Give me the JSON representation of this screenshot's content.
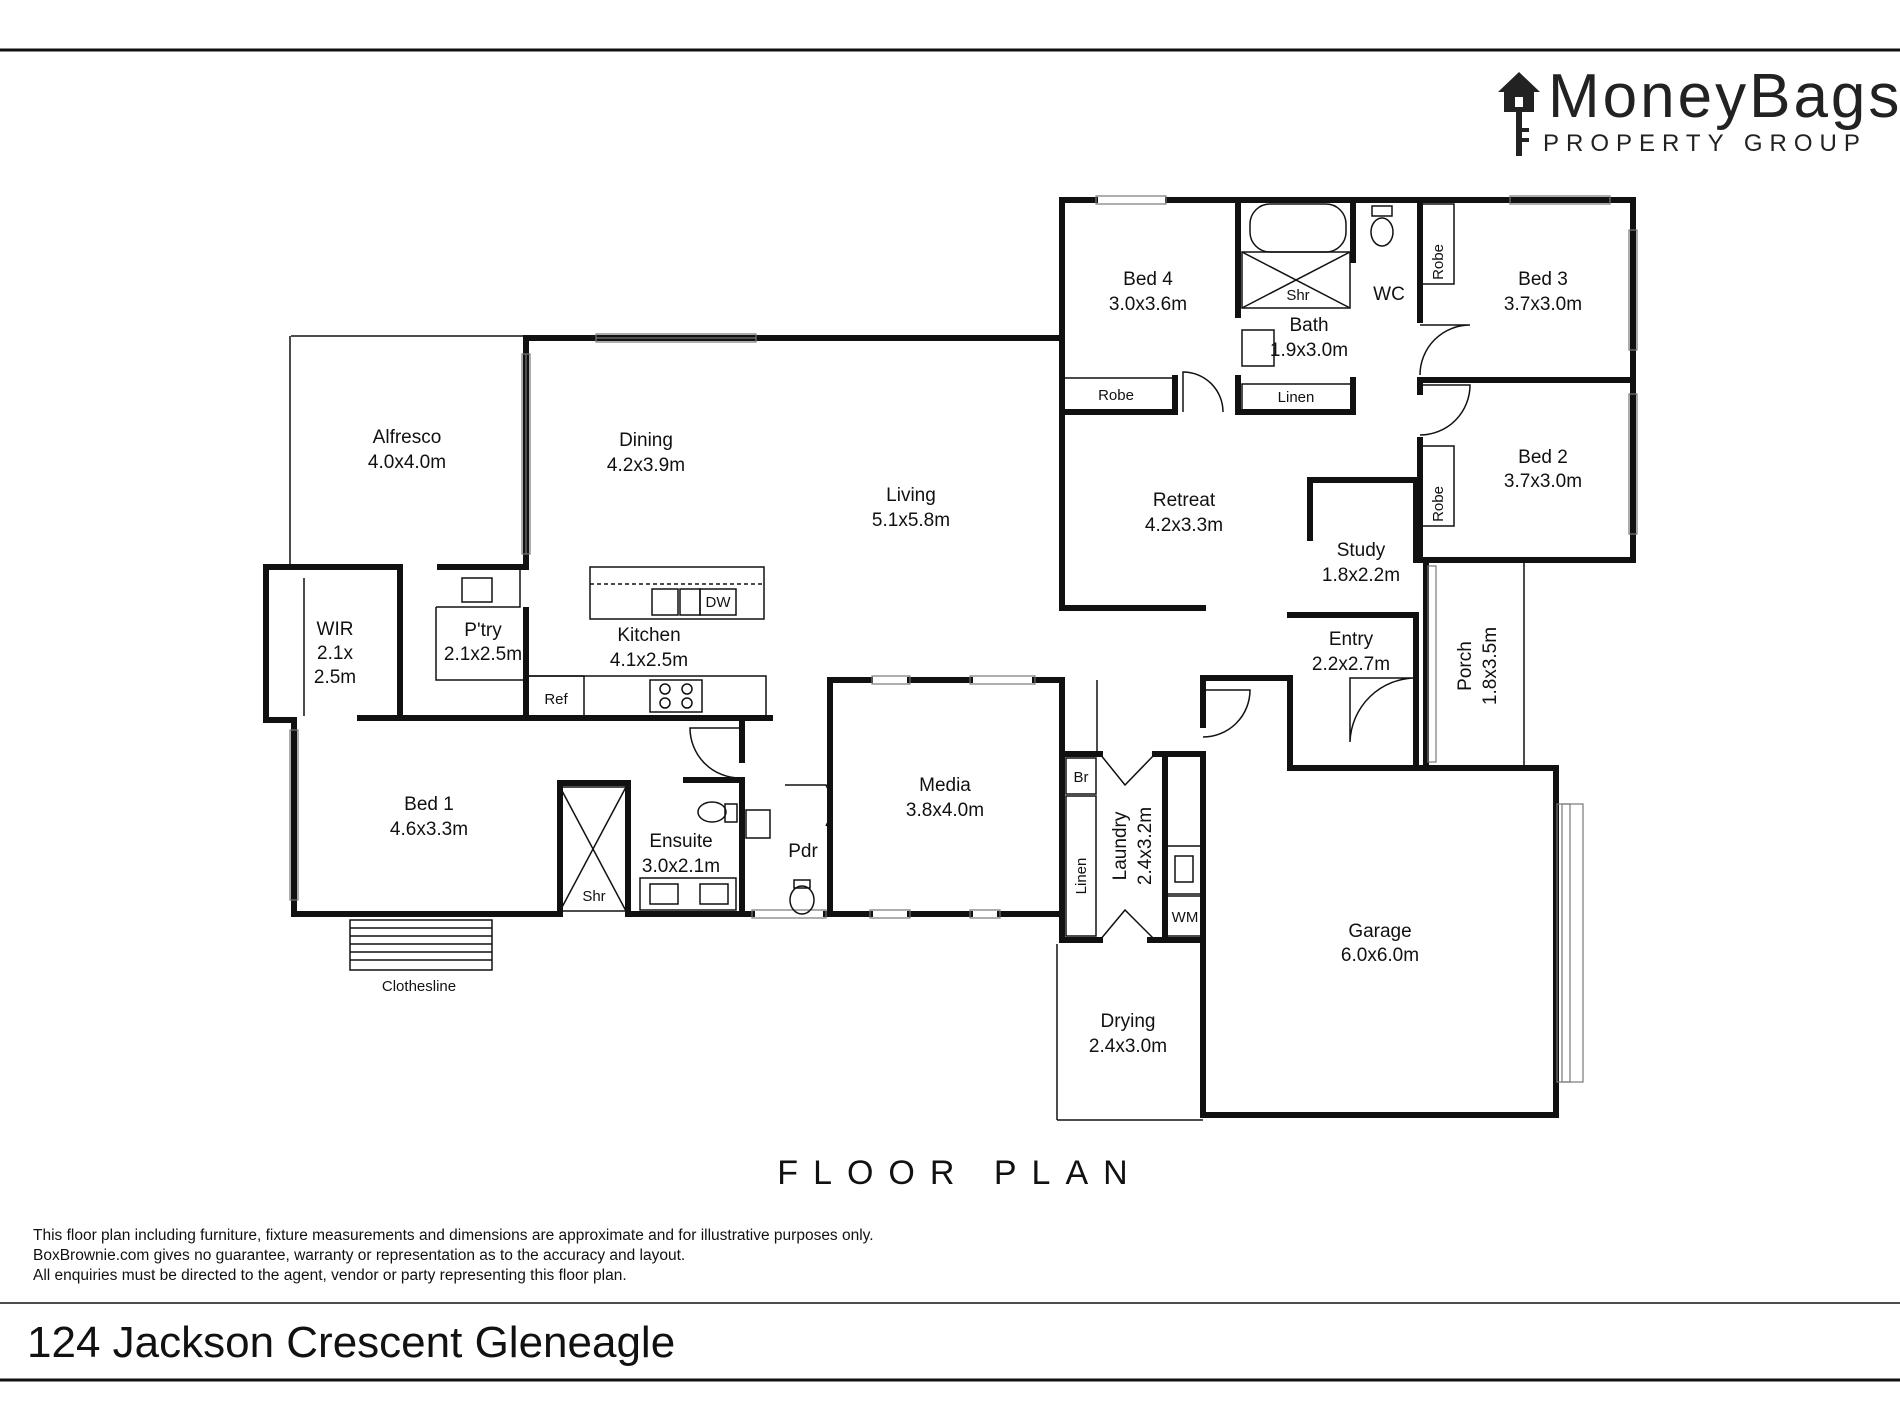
{
  "brand": {
    "name": "MoneyBags",
    "tagline": "PROPERTY GROUP",
    "icon": "house-key-icon"
  },
  "plan_title": "FLOOR PLAN",
  "address": "124 Jackson Crescent Gleneagle",
  "disclaimer": [
    "This floor plan including furniture, fixture measurements and dimensions are approximate and for illustrative purposes only.",
    "BoxBrownie.com gives no guarantee, warranty or representation as to the accuracy and layout.",
    "All enquiries must be directed to the agent, vendor or party representing this floor plan."
  ],
  "rooms": {
    "alfresco": {
      "name": "Alfresco",
      "size": "4.0x4.0m"
    },
    "dining": {
      "name": "Dining",
      "size": "4.2x3.9m"
    },
    "living": {
      "name": "Living",
      "size": "5.1x5.8m"
    },
    "wir": {
      "l1": "WIR",
      "l2": "2.1x",
      "l3": "2.5m"
    },
    "pantry": {
      "name": "P'try",
      "size": "2.1x2.5m"
    },
    "kitchen": {
      "name": "Kitchen",
      "size": "4.1x2.5m"
    },
    "bed1": {
      "name": "Bed 1",
      "size": "4.6x3.3m"
    },
    "ensuite": {
      "name": "Ensuite",
      "size": "3.0x2.1m"
    },
    "pdr": {
      "name": "Pdr"
    },
    "media": {
      "name": "Media",
      "size": "3.8x4.0m"
    },
    "bed4": {
      "name": "Bed 4",
      "size": "3.0x3.6m"
    },
    "bath": {
      "name": "Bath",
      "size": "1.9x3.0m"
    },
    "wc": {
      "name": "WC"
    },
    "bed3": {
      "name": "Bed 3",
      "size": "3.7x3.0m"
    },
    "bed2": {
      "name": "Bed 2",
      "size": "3.7x3.0m"
    },
    "retreat": {
      "name": "Retreat",
      "size": "4.2x3.3m"
    },
    "study": {
      "name": "Study",
      "size": "1.8x2.2m"
    },
    "entry": {
      "name": "Entry",
      "size": "2.2x2.7m"
    },
    "porch": {
      "name": "Porch",
      "size": "1.8x3.5m"
    },
    "laundry": {
      "name": "Laundry",
      "size": "2.4x3.2m"
    },
    "garage": {
      "name": "Garage",
      "size": "6.0x6.0m"
    },
    "drying": {
      "name": "Drying",
      "size": "2.4x3.0m"
    }
  },
  "fixtures": {
    "dw": "DW",
    "ref": "Ref",
    "shr": "Shr",
    "robe": "Robe",
    "linen": "Linen",
    "br": "Br",
    "wm": "WM",
    "clothesline": "Clothesline"
  }
}
